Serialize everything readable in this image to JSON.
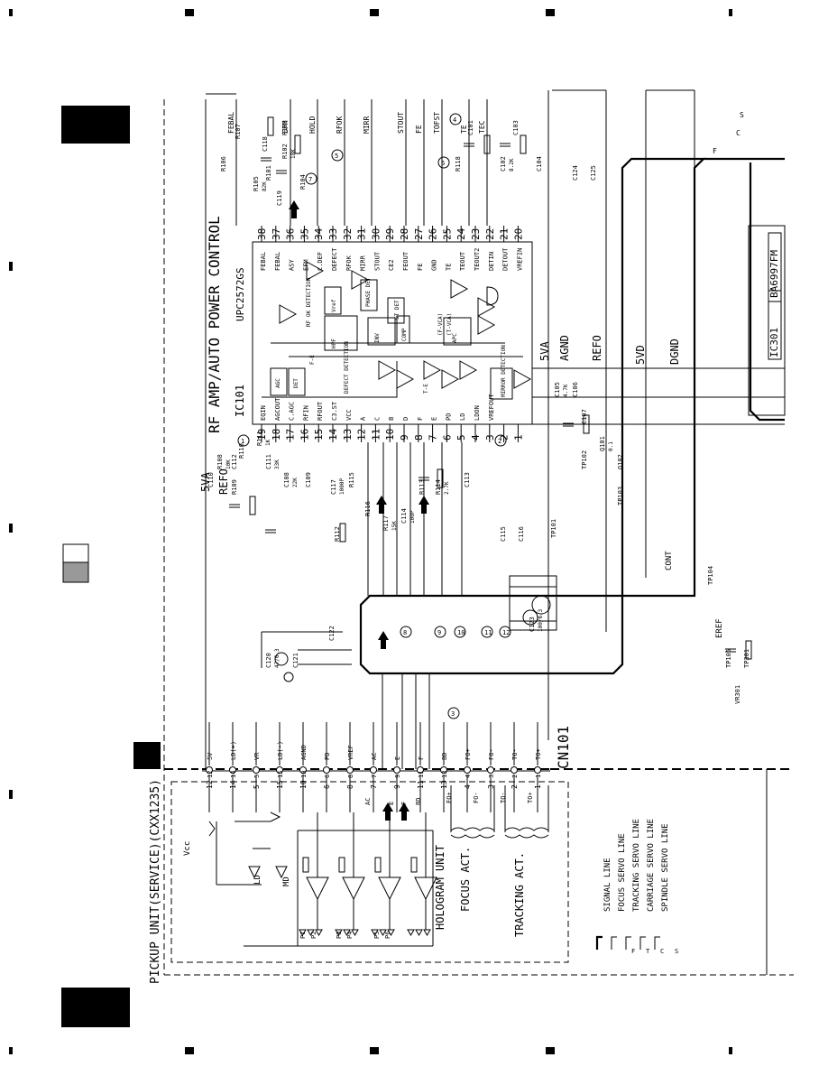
{
  "schematic": {
    "title": "RF AMP/AUTO POWER CONTROL",
    "ic101": {
      "ref": "IC101",
      "part": "UPC2572GS"
    },
    "ic301": {
      "ref": "IC301",
      "part": "BA6997FM"
    },
    "pickup": {
      "title": "PICKUP UNIT(SERVICE)(CXX1235)",
      "hologram": "HOLOGRAM UNIT",
      "focus_act": "FOCUS ACT.",
      "tracking_act": "TRACKING ACT."
    },
    "connector": "CN101",
    "rails": {
      "v5va": "5VA",
      "agnd": "AGND",
      "refo": "REFO",
      "v5vd": "5VD",
      "dgnd": "DGND",
      "cont": "CONT",
      "eref": "EREF",
      "vcc": "Vcc"
    },
    "top_signals": [
      "FEBAL",
      "EFM",
      "HOLD",
      "RFOK",
      "MIRR",
      "STOUT",
      "FE",
      "TOFST",
      "TE",
      "TEC"
    ],
    "right_pins": [
      {
        "num": "38",
        "name": "FEBAL"
      },
      {
        "num": "37",
        "name": "FEBAL"
      },
      {
        "num": "36",
        "name": "ASY"
      },
      {
        "num": "35",
        "name": "EFM"
      },
      {
        "num": "34",
        "name": "C.DEF"
      },
      {
        "num": "33",
        "name": "DEFECT"
      },
      {
        "num": "32",
        "name": "RFOK"
      },
      {
        "num": "31",
        "name": "MIRR"
      },
      {
        "num": "30",
        "name": "STOUT"
      },
      {
        "num": "29",
        "name": "CE2"
      },
      {
        "num": "28",
        "name": "FEOUT"
      },
      {
        "num": "27",
        "name": "FE"
      },
      {
        "num": "26",
        "name": "GND"
      },
      {
        "num": "25",
        "name": "TE"
      },
      {
        "num": "24",
        "name": "TEOUT"
      },
      {
        "num": "23",
        "name": "TEOUT2"
      },
      {
        "num": "22",
        "name": "DETIN"
      },
      {
        "num": "21",
        "name": "DETOUT"
      },
      {
        "num": "20",
        "name": "VREFIN"
      }
    ],
    "left_pins": [
      {
        "num": "19",
        "name": "EQIN"
      },
      {
        "num": "18",
        "name": "AGCOUT"
      },
      {
        "num": "17",
        "name": "C.AGC"
      },
      {
        "num": "16",
        "name": "RFIN"
      },
      {
        "num": "15",
        "name": "RFOUT"
      },
      {
        "num": "14",
        "name": "C3.ST"
      },
      {
        "num": "13",
        "name": "VCC"
      },
      {
        "num": "12",
        "name": "A"
      },
      {
        "num": "11",
        "name": "C"
      },
      {
        "num": "10",
        "name": "B"
      },
      {
        "num": "9",
        "name": "D"
      },
      {
        "num": "8",
        "name": "F"
      },
      {
        "num": "7",
        "name": "E"
      },
      {
        "num": "6",
        "name": "PD"
      },
      {
        "num": "5",
        "name": "LD"
      },
      {
        "num": "4",
        "name": "LDON"
      },
      {
        "num": "3",
        "name": "VREFOUT"
      },
      {
        "num": "2",
        "name": ""
      },
      {
        "num": "1",
        "name": ""
      }
    ],
    "internal_blocks": [
      "AGC",
      "DET",
      "Vref",
      "PHASE DET",
      "ST DET",
      "HPF",
      "INV",
      "COMP",
      "APC",
      "MIRROR DETECTION",
      "DEFECT DETECTION",
      "RF OK DETECTION",
      "F-E",
      "T-E",
      "(F-VCA)",
      "(T-VCA)"
    ],
    "cn101_pins": [
      {
        "left": "12",
        "right": "12",
        "name": "5V"
      },
      {
        "left": "14",
        "right": "14",
        "name": "LD(+)"
      },
      {
        "left": "5",
        "right": "5",
        "name": "VR"
      },
      {
        "left": "15",
        "right": "15",
        "name": "LD(-)"
      },
      {
        "left": "10",
        "right": "10",
        "name": "AGND"
      },
      {
        "left": "6",
        "right": "6",
        "name": "PD"
      },
      {
        "left": "8",
        "right": "8",
        "name": "VREF"
      },
      {
        "left": "7",
        "right": "7",
        "name": "AC"
      },
      {
        "left": "9",
        "right": "9",
        "name": "E"
      },
      {
        "left": "11",
        "right": "11",
        "name": "F"
      },
      {
        "left": "13",
        "right": "13",
        "name": "BD"
      },
      {
        "left": "4",
        "right": "4",
        "name": "FO+"
      },
      {
        "left": "3",
        "right": "3",
        "name": "FO-"
      },
      {
        "left": "2",
        "right": "2",
        "name": "TO-"
      },
      {
        "left": "1",
        "right": "1",
        "name": "TO+"
      }
    ],
    "pickup_labels": [
      "FO+",
      "FO-",
      "TO-",
      "TO+",
      "AC",
      "E",
      "F",
      "BD",
      "LD",
      "MD",
      "P1",
      "P2",
      "P3",
      "P4",
      "P5",
      "P6"
    ],
    "components": [
      "R101",
      "R102",
      "R103",
      "R104",
      "R105",
      "R106",
      "R107",
      "R108",
      "R109",
      "R110",
      "R111",
      "R112",
      "R113",
      "R114",
      "R115",
      "R116",
      "R117",
      "R118",
      "C101",
      "C102",
      "C103",
      "C104",
      "C105",
      "C106",
      "C107",
      "C108",
      "C109",
      "C110",
      "C111",
      "C112",
      "C113",
      "C114",
      "C115",
      "C116",
      "C117",
      "C118",
      "C119",
      "C120",
      "C121",
      "C122",
      "C123",
      "C124",
      "C125",
      "Q101",
      "Q102",
      "TP101",
      "TP102",
      "TP103",
      "TP104",
      "TP105",
      "TP301",
      "VR301"
    ],
    "test_points": [
      "1",
      "2",
      "3",
      "4",
      "5",
      "6",
      "7",
      "8",
      "9",
      "10",
      "11",
      "12"
    ],
    "values": [
      "18K",
      "82K",
      "10K",
      "1K",
      "2.7K",
      "15K",
      "8.2K",
      "4.7K",
      "22K",
      "33K",
      "100P",
      "1000P",
      "47/6.3",
      "100/6.3",
      "0.1"
    ],
    "legend": [
      {
        "key": "signal",
        "label": "SIGNAL LINE"
      },
      {
        "key": "focus",
        "label": "FOCUS SERVO LINE"
      },
      {
        "key": "tracking",
        "label": "TRACKING SERVO LINE"
      },
      {
        "key": "carriage",
        "label": "CARRIAGE SERVO LINE"
      },
      {
        "key": "spindle",
        "label": "SPINDLE SERVO LINE"
      }
    ],
    "legend_letters": [
      "F",
      "T",
      "C",
      "S"
    ]
  }
}
